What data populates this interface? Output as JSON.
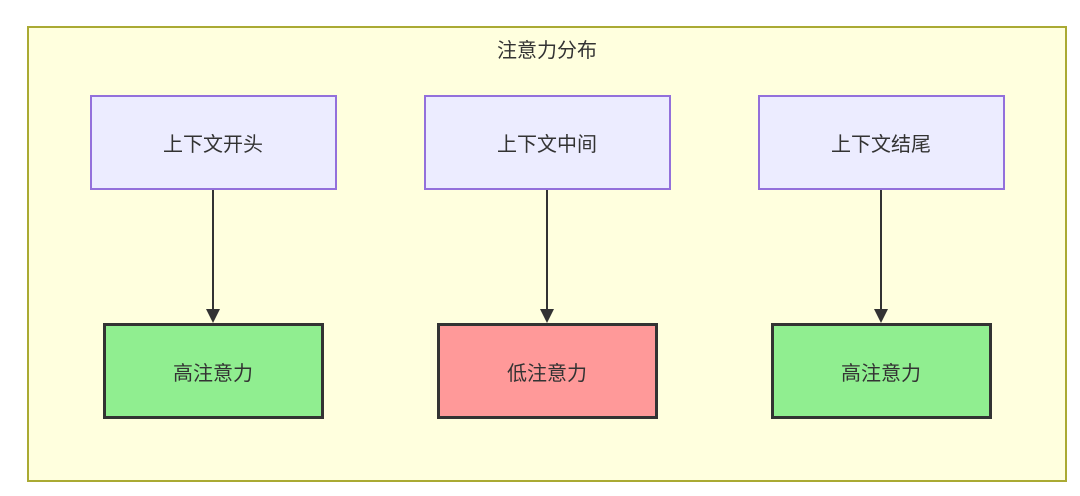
{
  "diagram": {
    "title": "注意力分布",
    "columns": [
      {
        "source": "上下文开头",
        "target": "高注意力",
        "attention": "high"
      },
      {
        "source": "上下文中间",
        "target": "低注意力",
        "attention": "low"
      },
      {
        "source": "上下文结尾",
        "target": "高注意力",
        "attention": "high"
      }
    ],
    "colors": {
      "canvas_fill": "#ffffde",
      "canvas_border": "#aaaa33",
      "source_node_fill": "#ececff",
      "source_node_border": "#9370db",
      "high_attention_fill": "#90ee90",
      "low_attention_fill": "#ff9999",
      "target_node_border": "#333333",
      "arrow_color": "#333333",
      "text_color": "#333333"
    }
  }
}
